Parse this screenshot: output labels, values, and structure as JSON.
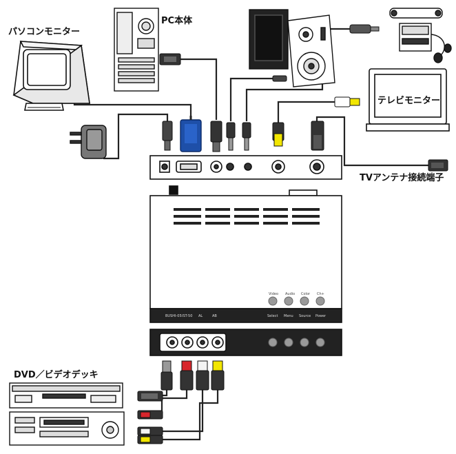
{
  "labels": {
    "pc_monitor": "パソコンモニター",
    "pc_body": "PC本体",
    "tv_monitor": "テレビモニター",
    "tv_antenna": "TVアンテナ接続端子",
    "dvd_deck": "DVD／ビデオデッキ"
  },
  "box_front": {
    "status_labels": [
      "Video",
      "Audio",
      "Color",
      "Ch+"
    ],
    "bottom_labels": [
      "BUSHI-05",
      "IST-50",
      "AL",
      "AB",
      "Select",
      "Menu",
      "Source",
      "Power"
    ]
  },
  "colors": {
    "vga_blue": "#1e4fa8",
    "rca_yellow": "#f2e600",
    "rca_red": "#d8262c",
    "rca_white": "#f4f4f4",
    "device_dark": "#222222",
    "button_gray": "#9a9a9a"
  }
}
